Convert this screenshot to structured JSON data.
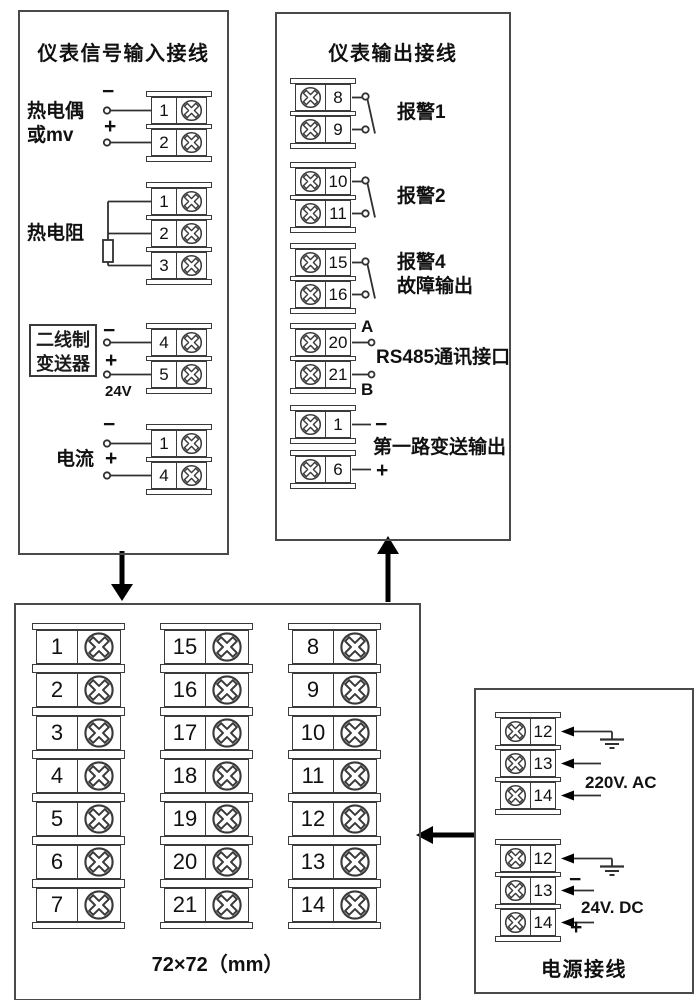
{
  "colors": {
    "line": "#3a3a3a",
    "ink": "#111111",
    "arrow": "#000000"
  },
  "signs": {
    "minus": "−",
    "plus": "+"
  },
  "input_box": {
    "title": "仪表信号输入接线",
    "thermocouple": {
      "label_line1": "热电偶",
      "label_line2": "或mv",
      "terminals": [
        "1",
        "2"
      ]
    },
    "rtd": {
      "label": "热电阻",
      "terminals": [
        "1",
        "2",
        "3"
      ]
    },
    "transmitter": {
      "label_line1": "二线制",
      "label_line2": "变送器",
      "note": "24V",
      "terminals": [
        "4",
        "5"
      ]
    },
    "current": {
      "label": "电流",
      "terminals": [
        "1",
        "4"
      ]
    }
  },
  "output_box": {
    "title": "仪表输出接线",
    "alarm1": {
      "label": "报警1",
      "terminals": [
        "8",
        "9"
      ]
    },
    "alarm2": {
      "label": "报警2",
      "terminals": [
        "10",
        "11"
      ]
    },
    "alarm4": {
      "label_line1": "报警4",
      "label_line2": "故障输出",
      "terminals": [
        "15",
        "16"
      ]
    },
    "rs485": {
      "label": "RS485通讯接口",
      "a": "A",
      "b": "B",
      "terminals": [
        "20",
        "21"
      ]
    },
    "transmit": {
      "label": "第一路变送输出",
      "terminal_neg": [
        "1"
      ],
      "terminal_pos": [
        "6"
      ]
    }
  },
  "terminal_box": {
    "caption": "72×72（mm）",
    "col1": [
      "1",
      "2",
      "3",
      "4",
      "5",
      "6",
      "7"
    ],
    "col2": [
      "15",
      "16",
      "17",
      "18",
      "19",
      "20",
      "21"
    ],
    "col3": [
      "8",
      "9",
      "10",
      "11",
      "12",
      "13",
      "14"
    ]
  },
  "power_box": {
    "title": "电源接线",
    "ac": {
      "label": "220V. AC",
      "terminals": [
        "12",
        "13",
        "14"
      ]
    },
    "dc": {
      "label": "24V. DC",
      "terminals": [
        "12",
        "13",
        "14"
      ]
    }
  }
}
